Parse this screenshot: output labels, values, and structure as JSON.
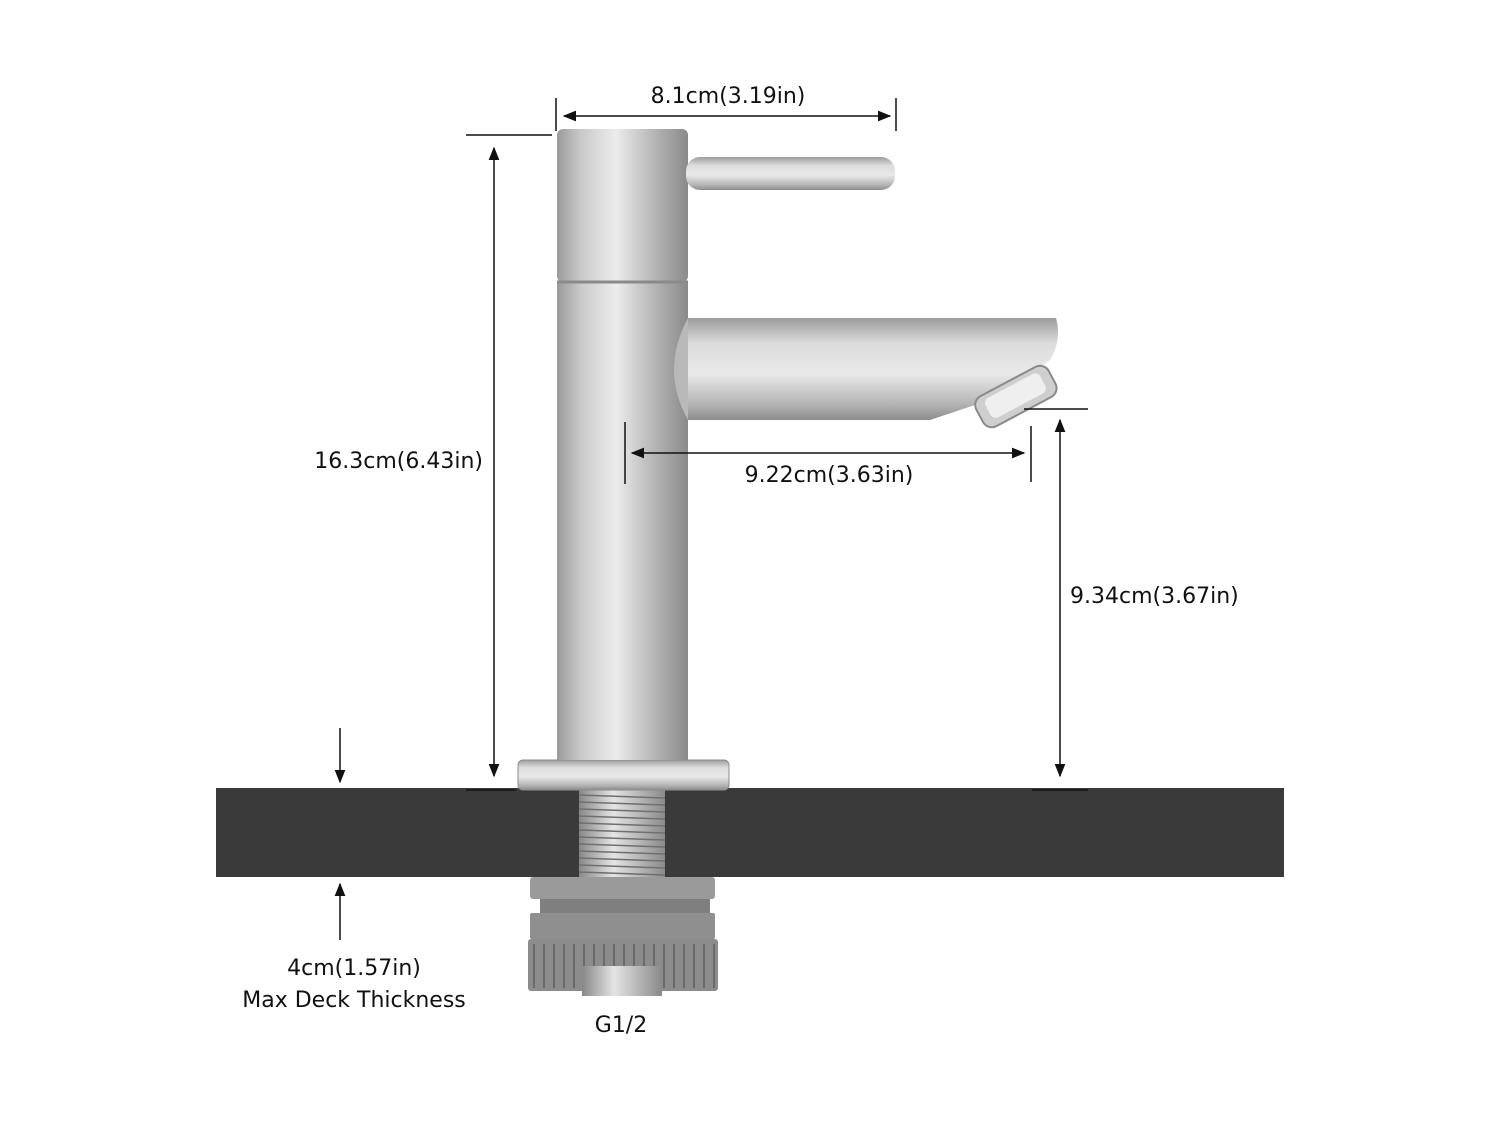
{
  "dimensions": {
    "width": "8.1cm(3.19in)",
    "height": "16.3cm(6.43in)",
    "spout_reach": "9.22cm(3.63in)",
    "spout_height": "9.34cm(3.67in)",
    "deck_thickness": "4cm(1.57in)",
    "deck_caption": "Max Deck Thickness",
    "thread": "G1/2"
  },
  "colors": {
    "deck": "#3a3a3a",
    "steel_light": "#d6d6d6",
    "steel_dark": "#8e8e8e",
    "nut": "#8f8f8f",
    "line": "#111111"
  }
}
